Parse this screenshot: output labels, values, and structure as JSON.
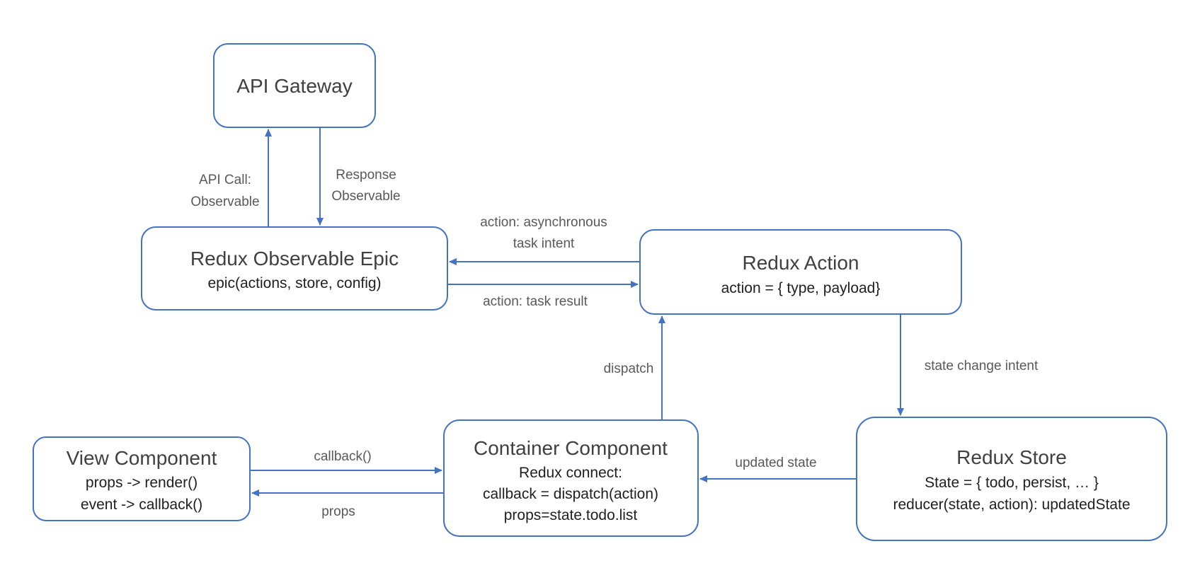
{
  "colors": {
    "accent": "#4472C4",
    "title_text": "#404040",
    "body_text": "#1f1f1f",
    "label_text": "#595959",
    "background": "#ffffff"
  },
  "nodes": {
    "api_gateway": {
      "title": "API Gateway"
    },
    "epic": {
      "title": "Redux Observable Epic",
      "lines": [
        "epic(actions, store, config)"
      ]
    },
    "action": {
      "title": "Redux Action",
      "lines": [
        "action = { type, payload}"
      ]
    },
    "view": {
      "title": "View Component",
      "lines": [
        "props -> render()",
        "event -> callback()"
      ]
    },
    "container": {
      "title": "Container Component",
      "lines": [
        "Redux connect:",
        "callback = dispatch(action)",
        "props=state.todo.list"
      ]
    },
    "store": {
      "title": "Redux Store",
      "lines": [
        "State = { todo, persist, … }",
        "reducer(state, action): updatedState"
      ]
    }
  },
  "edges": {
    "api_call": {
      "label": [
        "API Call:",
        "Observable"
      ]
    },
    "response": {
      "label": [
        "Response",
        "Observable"
      ]
    },
    "async_intent": {
      "label": [
        "action: asynchronous",
        "task intent"
      ]
    },
    "task_result": {
      "label": [
        "action: task result"
      ]
    },
    "dispatch": {
      "label": [
        "dispatch"
      ]
    },
    "state_change": {
      "label": [
        "state change intent"
      ]
    },
    "updated_state": {
      "label": [
        "updated state"
      ]
    },
    "callback": {
      "label": [
        "callback()"
      ]
    },
    "props": {
      "label": [
        "props"
      ]
    }
  }
}
